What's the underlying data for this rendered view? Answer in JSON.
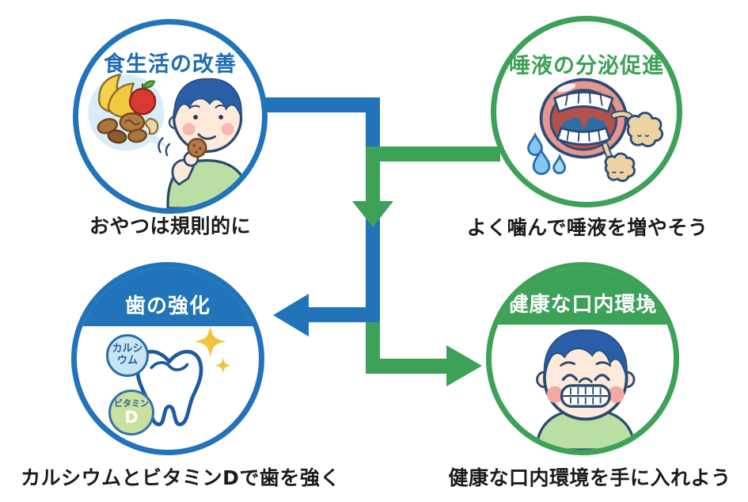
{
  "palette": {
    "blue": "#2174ba",
    "green": "#3da158",
    "title_blue": "#1f6cb3",
    "title_green": "#3da158",
    "caption_text": "#1b1b1d",
    "cap_text": "#ffffff",
    "badge_calcium_bg": "#c9e5f4",
    "badge_vitamin_bg": "#c9e0a0",
    "sparkle_gold": "#f2c43e"
  },
  "nodes": {
    "diet": {
      "title": "食生活の改善",
      "caption": "おやつは規則的に",
      "illustration": "boy-eating-snack-with-healthy-foods-bubble"
    },
    "saliva": {
      "title": "唾液の分泌促進",
      "caption": "よく噛んで唾液を増やそう",
      "illustration": "open-mouth-with-saliva-drops-and-glands"
    },
    "teeth": {
      "title": "歯の強化",
      "caption": "カルシウムとビタミンDで歯を強く",
      "illustration": "sparkling-tooth-with-nutrient-badges",
      "badges": {
        "calcium": {
          "line1": "カルシ",
          "line2": "ウム"
        },
        "vitamin_d": {
          "line1": "ビタミン",
          "line2": "D"
        }
      }
    },
    "healthy": {
      "title": "健康な口内環境",
      "caption": "健康な口内環境を手に入れよう",
      "illustration": "smiling-boy-with-healthy-teeth"
    }
  },
  "flow": {
    "blue_arrow": {
      "from": "食生活の改善",
      "to": "歯の強化",
      "color": "#2174ba"
    },
    "green_arrow": {
      "from": "唾液の分泌促進",
      "to": "健康な口内環境",
      "color": "#3da158"
    }
  }
}
